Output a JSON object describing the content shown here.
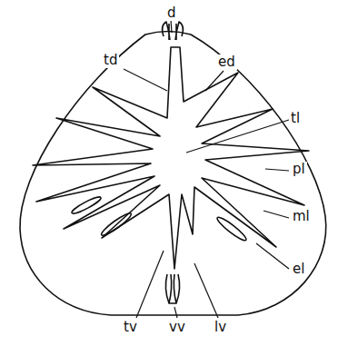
{
  "diagram": {
    "labels": [
      "d",
      "td",
      "ed",
      "tl",
      "pl",
      "ml",
      "el",
      "tv",
      "vv",
      "lv"
    ]
  }
}
